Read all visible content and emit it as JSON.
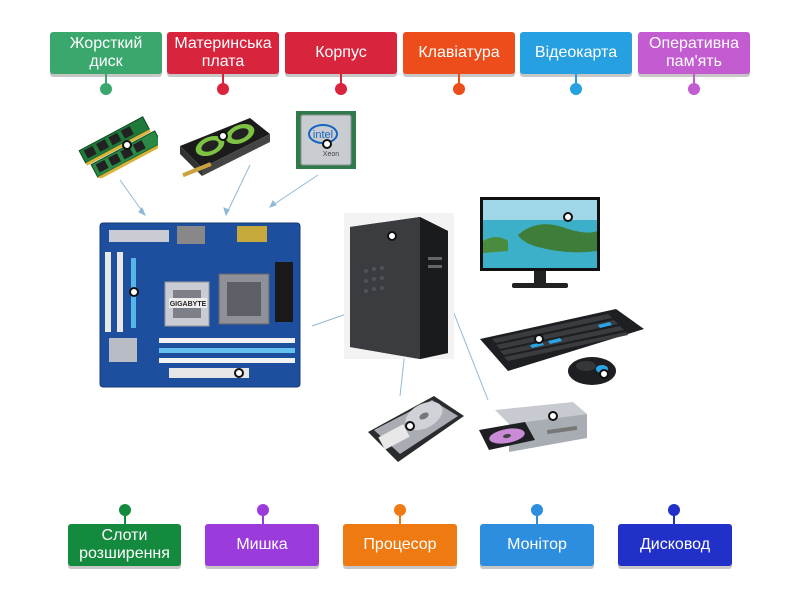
{
  "colors": {
    "green": "#3aa76d",
    "red": "#d9243d",
    "orange": "#ec4d1a",
    "blue": "#27a0e2",
    "violet": "#c35bd1",
    "dark_green": "#148a3e",
    "purple": "#9b3bdc",
    "orange2": "#f07a12",
    "blue2": "#2d8ee0",
    "navy": "#2030c8"
  },
  "top_labels": [
    {
      "text": "Жорсткий\nдиск",
      "color": "green"
    },
    {
      "text": "Материнська\nплата",
      "color": "red"
    },
    {
      "text": "Корпус",
      "color": "red"
    },
    {
      "text": "Клавіатура",
      "color": "orange"
    },
    {
      "text": "Відеокарта",
      "color": "blue"
    },
    {
      "text": "Оперативна\nпам'ять",
      "color": "violet"
    }
  ],
  "bottom_labels": [
    {
      "text": "Слоти\nрозширення",
      "color": "dark_green"
    },
    {
      "text": "Мишка",
      "color": "purple"
    },
    {
      "text": "Процесор",
      "color": "orange2"
    },
    {
      "text": "Монітор",
      "color": "blue2"
    },
    {
      "text": "Дисковод",
      "color": "navy"
    }
  ],
  "images": {
    "ram": "ram-image",
    "gpu": "video-card-image",
    "cpu": "processor-image",
    "motherboard": "motherboard-image",
    "case": "pc-case-image",
    "monitor": "monitor-image",
    "keyboard": "keyboard-image",
    "mouse": "mouse-image",
    "hdd": "hard-drive-image",
    "dvd": "optical-drive-image"
  },
  "image_text": {
    "cpu_brand": "intel",
    "cpu_model": "Xeon",
    "mb_brand": "GIGABYTE"
  }
}
